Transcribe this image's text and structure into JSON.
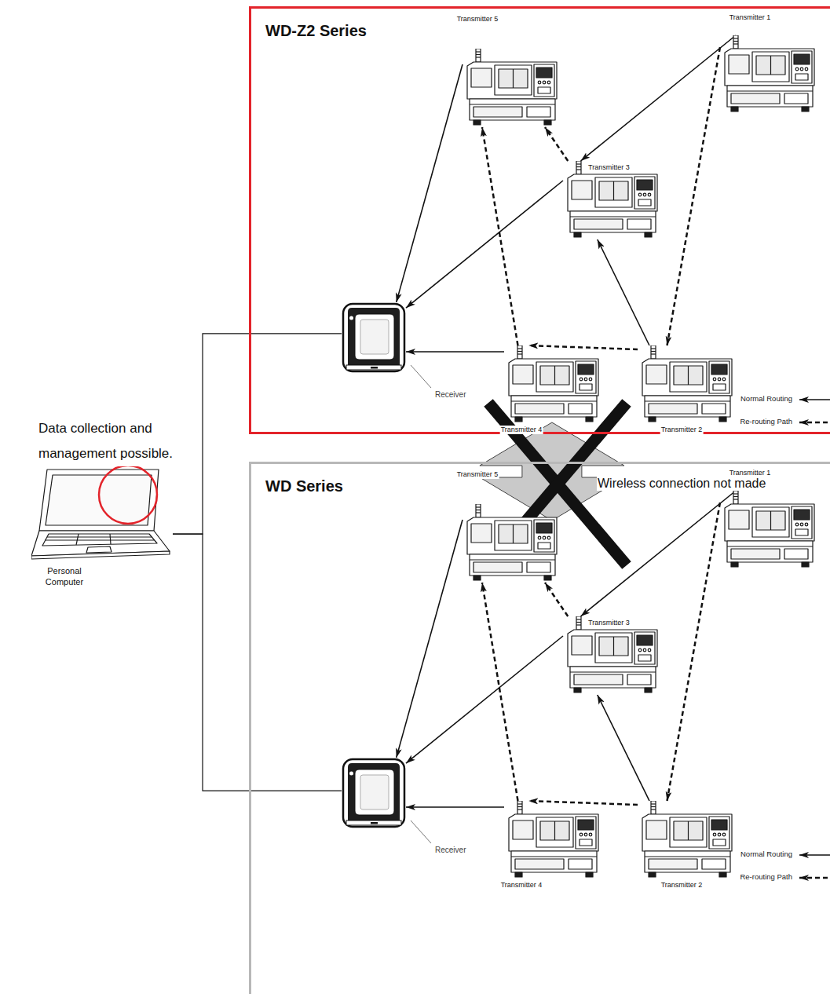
{
  "diagram": {
    "nodes": [
      {
        "text": [
          "WD-Z2 Series"
        ]
      },
      {
        "text": [
          "Transmitter 5"
        ],
        "in": 0
      },
      {
        "text": [
          "Transmitter 1"
        ],
        "in": 0
      },
      {
        "text": [
          "Transmitter 3"
        ],
        "in": 0
      },
      {
        "text": [
          "Receiver"
        ],
        "in": 0
      },
      {
        "text": [
          "Transmitter 4"
        ],
        "in": 0
      },
      {
        "text": [
          "Transmitter 2"
        ],
        "in": 0
      },
      {
        "text": [
          "WD Series"
        ]
      },
      {
        "text": [
          "Transmitter 5"
        ],
        "in": 7
      },
      {
        "text": [
          "Transmitter 1"
        ],
        "in": 7
      },
      {
        "text": [
          "Transmitter 3"
        ],
        "in": 7
      },
      {
        "text": [
          "Receiver"
        ],
        "in": 7
      },
      {
        "text": [
          "Transmitter 4"
        ],
        "in": 7
      },
      {
        "text": [
          "Transmitter 2"
        ],
        "in": 7
      },
      {
        "text": [
          "Data collection and management possible.",
          "Personal Computer"
        ]
      }
    ],
    "edges": [
      {
        "from": 2,
        "to": 3,
        "arrow": "to"
      },
      {
        "from": 3,
        "to": 4,
        "arrow": "to"
      },
      {
        "from": 1,
        "to": 4,
        "arrow": "to"
      },
      {
        "from": 5,
        "to": 4,
        "arrow": "to"
      },
      {
        "from": 6,
        "to": 3,
        "arrow": "to"
      },
      {
        "from": 2,
        "to": 6,
        "arrow": "to"
      },
      {
        "from": 6,
        "to": 5,
        "arrow": "to"
      },
      {
        "from": 5,
        "to": 1,
        "arrow": "to"
      },
      {
        "from": 3,
        "to": 1,
        "arrow": "to"
      },
      {
        "from": 9,
        "to": 10,
        "arrow": "to"
      },
      {
        "from": 10,
        "to": 11,
        "arrow": "to"
      },
      {
        "from": 8,
        "to": 11,
        "arrow": "to"
      },
      {
        "from": 12,
        "to": 11,
        "arrow": "to"
      },
      {
        "from": 13,
        "to": 10,
        "arrow": "to"
      },
      {
        "from": 9,
        "to": 13,
        "arrow": "to"
      },
      {
        "from": 13,
        "to": 12,
        "arrow": "to"
      },
      {
        "from": 12,
        "to": 8,
        "arrow": "to"
      },
      {
        "from": 10,
        "to": 8,
        "arrow": "to"
      },
      {
        "from": 14,
        "to": 4,
        "arrow": "none"
      },
      {
        "from": 14,
        "to": 11,
        "arrow": "none"
      },
      {
        "from": 0,
        "to": 7,
        "arrow": "both",
        "label": "Wireless connection not made"
      }
    ],
    "legend": [
      {
        "text": "Normal Routing"
      },
      {
        "text": "Re-routing Path"
      },
      {
        "text": "Normal Routing"
      },
      {
        "text": "Re-routing Path"
      }
    ]
  }
}
